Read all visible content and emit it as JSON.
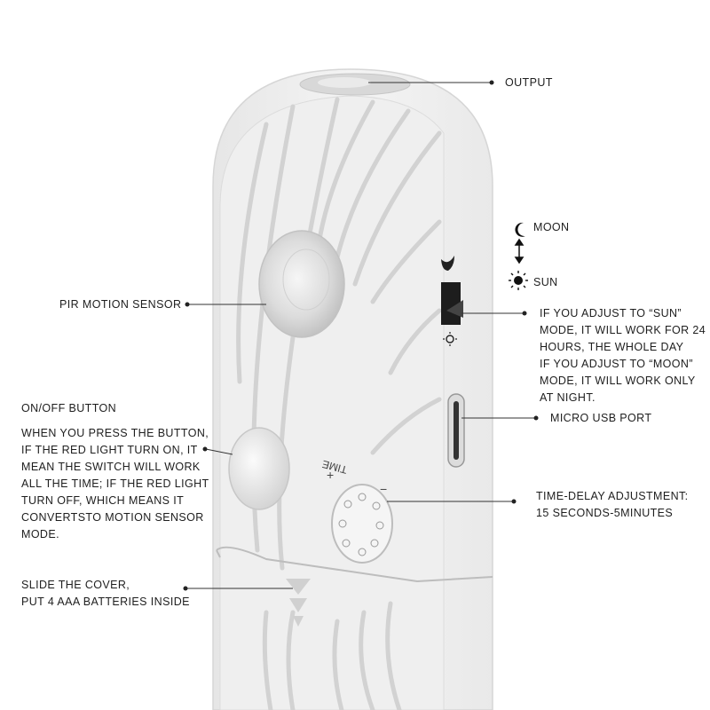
{
  "labels": {
    "output": "OUTPUT",
    "moon": "MOON",
    "sun": "SUN",
    "pir": "PIR MOTION SENSOR",
    "switch_note": [
      "IF YOU ADJUST TO “SUN”",
      "MODE, IT WILL WORK FOR 24",
      "HOURS, THE WHOLE DAY",
      "IF YOU ADJUST TO “MOON”",
      "MODE, IT WILL WORK ONLY",
      "AT NIGHT."
    ],
    "onoff_title": "ON/OFF BUTTON",
    "onoff_desc": [
      "WHEN YOU PRESS THE BUTTON,",
      "IF THE RED LIGHT TURN ON, IT",
      "MEAN THE SWITCH WILL WORK",
      "ALL THE TIME; IF THE RED LIGHT",
      "TURN OFF, WHICH MEANS IT",
      "CONVERTSTO MOTION SENSOR",
      "MODE."
    ],
    "usb": "MICRO USB PORT",
    "time_delay": [
      "TIME-DELAY ADJUSTMENT:",
      "15 SECONDS-5MINUTES"
    ],
    "cover": [
      "SLIDE THE COVER,",
      "PUT 4 AAA BATTERIES INSIDE"
    ],
    "knob_text": "TIME",
    "knob_plus": "+",
    "knob_minus": "−"
  },
  "colors": {
    "body": "#f2f2f2",
    "ridge": "#d9d9d9",
    "shadow": "#c8c8c8",
    "text": "#1e1e1e"
  }
}
